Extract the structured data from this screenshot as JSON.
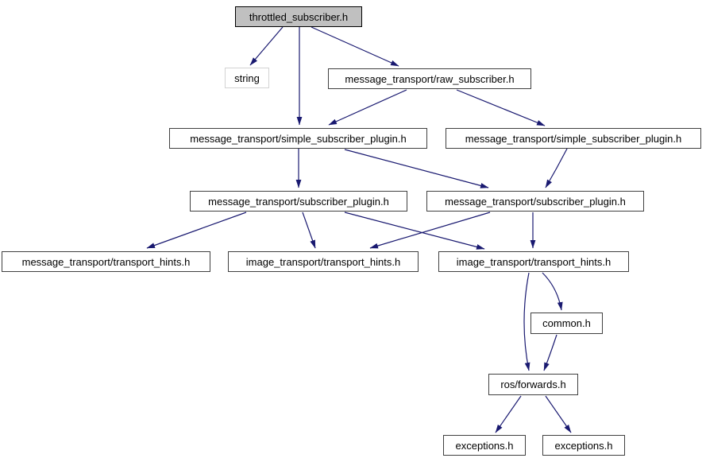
{
  "diagram": {
    "kind": "include-dependency-graph",
    "root": "throttled_subscriber.h",
    "colors": {
      "edge": "#191970",
      "node_fill": "#ffffff",
      "node_border": "#404040",
      "root_fill": "#c0c0c0",
      "external_border": "#d3d3d3",
      "background": "#ffffff"
    },
    "nodes": [
      {
        "id": "throttled_subscriber_h",
        "label": "throttled_subscriber.h",
        "kind": "root"
      },
      {
        "id": "string",
        "label": "string",
        "kind": "external"
      },
      {
        "id": "raw_subscriber_h",
        "label": "message_transport/raw_subscriber.h",
        "kind": "normal"
      },
      {
        "id": "simple_subscriber_plugin_left",
        "label": "message_transport/simple_subscriber_plugin.h",
        "kind": "normal"
      },
      {
        "id": "simple_subscriber_plugin_right",
        "label": "message_transport/simple_subscriber_plugin.h",
        "kind": "normal"
      },
      {
        "id": "subscriber_plugin_left",
        "label": "message_transport/subscriber_plugin.h",
        "kind": "normal"
      },
      {
        "id": "subscriber_plugin_right",
        "label": "message_transport/subscriber_plugin.h",
        "kind": "normal"
      },
      {
        "id": "message_transport_hints",
        "label": "message_transport/transport_hints.h",
        "kind": "normal"
      },
      {
        "id": "image_transport_hints_mid",
        "label": "image_transport/transport_hints.h",
        "kind": "normal"
      },
      {
        "id": "image_transport_hints_right",
        "label": "image_transport/transport_hints.h",
        "kind": "normal"
      },
      {
        "id": "common_h",
        "label": "common.h",
        "kind": "normal"
      },
      {
        "id": "ros_forwards_h",
        "label": "ros/forwards.h",
        "kind": "normal"
      },
      {
        "id": "exceptions_left",
        "label": "exceptions.h",
        "kind": "normal"
      },
      {
        "id": "exceptions_right",
        "label": "exceptions.h",
        "kind": "normal"
      }
    ],
    "edges": [
      {
        "from": "throttled_subscriber_h",
        "to": "string"
      },
      {
        "from": "throttled_subscriber_h",
        "to": "raw_subscriber_h"
      },
      {
        "from": "throttled_subscriber_h",
        "to": "simple_subscriber_plugin_left"
      },
      {
        "from": "raw_subscriber_h",
        "to": "simple_subscriber_plugin_left"
      },
      {
        "from": "raw_subscriber_h",
        "to": "simple_subscriber_plugin_right"
      },
      {
        "from": "simple_subscriber_plugin_left",
        "to": "subscriber_plugin_left"
      },
      {
        "from": "simple_subscriber_plugin_left",
        "to": "subscriber_plugin_right"
      },
      {
        "from": "simple_subscriber_plugin_right",
        "to": "subscriber_plugin_right"
      },
      {
        "from": "subscriber_plugin_left",
        "to": "message_transport_hints"
      },
      {
        "from": "subscriber_plugin_left",
        "to": "image_transport_hints_mid"
      },
      {
        "from": "subscriber_plugin_left",
        "to": "image_transport_hints_right"
      },
      {
        "from": "subscriber_plugin_right",
        "to": "image_transport_hints_mid"
      },
      {
        "from": "subscriber_plugin_right",
        "to": "image_transport_hints_right"
      },
      {
        "from": "image_transport_hints_right",
        "to": "common_h"
      },
      {
        "from": "image_transport_hints_right",
        "to": "ros_forwards_h"
      },
      {
        "from": "common_h",
        "to": "ros_forwards_h"
      },
      {
        "from": "ros_forwards_h",
        "to": "exceptions_left"
      },
      {
        "from": "ros_forwards_h",
        "to": "exceptions_right"
      }
    ]
  }
}
